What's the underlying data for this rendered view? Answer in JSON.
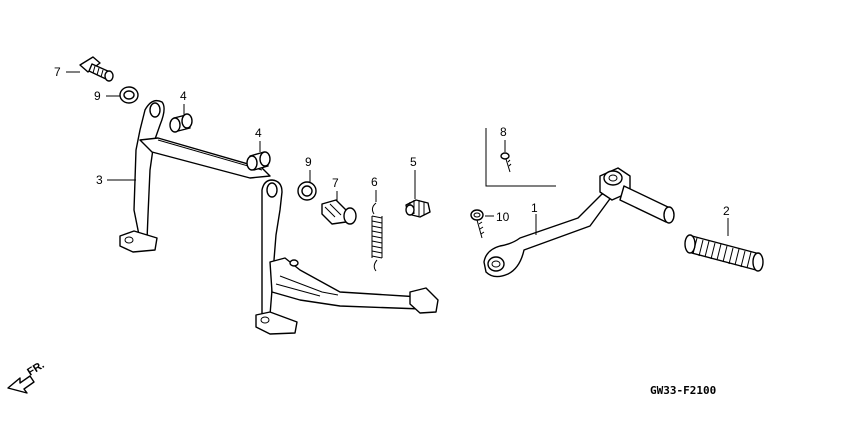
{
  "diagram_code": "GW33-F2100",
  "direction_label": "FR.",
  "callouts": {
    "c7a": "7",
    "c9a": "9",
    "c4a": "4",
    "c3": "3",
    "c4b": "4",
    "c9b": "9",
    "c7b": "7",
    "c6": "6",
    "c5": "5",
    "c8": "8",
    "c10": "10",
    "c1": "1",
    "c2": "2"
  }
}
